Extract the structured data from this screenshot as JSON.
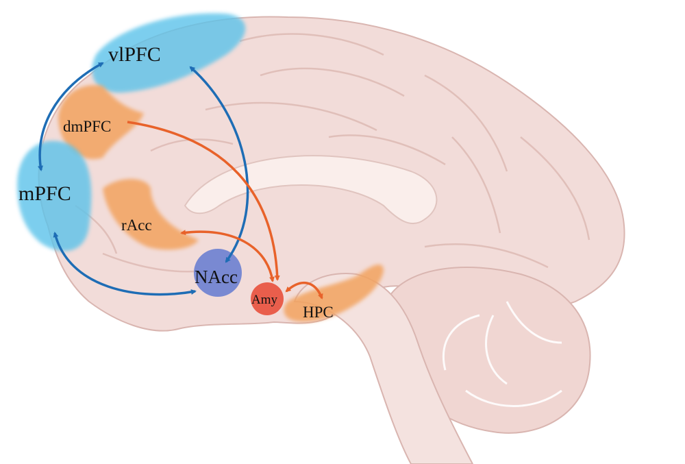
{
  "regions": {
    "vlPFC": "vlPFC",
    "dmPFC": "dmPFC",
    "mPFC": "mPFC",
    "rAcc": "rAcc",
    "NAcc": "NAcc",
    "Amy": "Amy",
    "HPC": "HPC"
  },
  "colors": {
    "brain": "#f2dcd9",
    "brain_outline": "#d9b5b0",
    "inner": "#faeeeb",
    "blue_region": "#5cc3ea",
    "orange_region": "#f2a35e",
    "nacc": "#6b7fd0",
    "amy": "#e8503c",
    "blue_arrow": "#1e6db5",
    "orange_arrow": "#e8622a"
  }
}
